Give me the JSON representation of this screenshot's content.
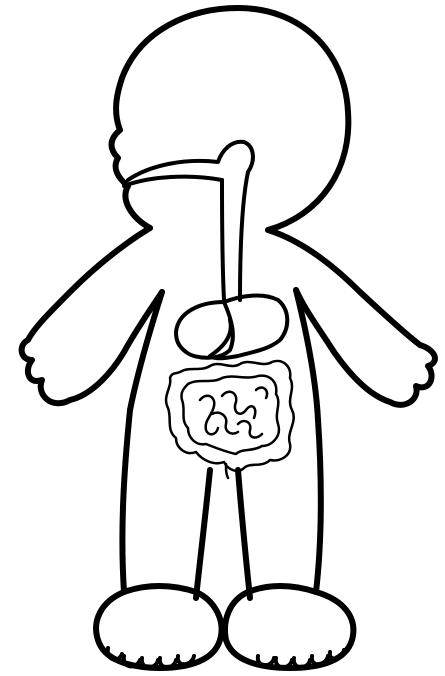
{
  "diagram": {
    "colors": {
      "ink": "#000000",
      "background": "#ffffff"
    },
    "parts": [
      {
        "id": "head",
        "kind": "body-outline"
      },
      {
        "id": "torso",
        "kind": "body-outline"
      },
      {
        "id": "left-arm",
        "kind": "body-outline"
      },
      {
        "id": "right-arm",
        "kind": "body-outline"
      },
      {
        "id": "left-leg",
        "kind": "body-outline"
      },
      {
        "id": "right-leg",
        "kind": "body-outline"
      },
      {
        "id": "left-foot",
        "kind": "body-outline"
      },
      {
        "id": "right-foot",
        "kind": "body-outline"
      },
      {
        "id": "mouth-cavity",
        "kind": "organ"
      },
      {
        "id": "esophagus",
        "kind": "organ"
      },
      {
        "id": "stomach",
        "kind": "organ"
      },
      {
        "id": "liver",
        "kind": "organ"
      },
      {
        "id": "large-intestine",
        "kind": "organ"
      },
      {
        "id": "small-intestine",
        "kind": "organ"
      },
      {
        "id": "rectum",
        "kind": "organ"
      }
    ]
  }
}
